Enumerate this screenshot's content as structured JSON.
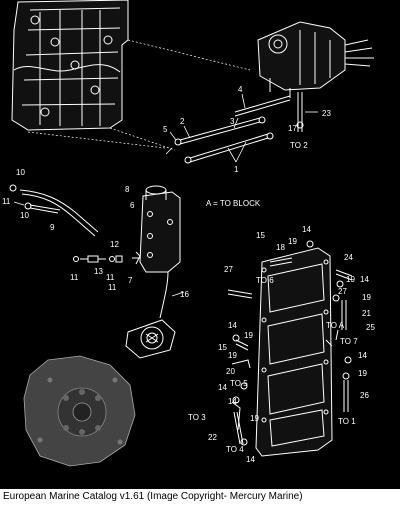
{
  "callouts": {
    "c1": "1",
    "c2": "2",
    "c3": "3",
    "c4": "4",
    "c5": "5",
    "c6": "6",
    "c7": "7",
    "c8": "8",
    "c9": "9",
    "c10": "10",
    "c11a": "11",
    "c11b": "11",
    "c11c": "11",
    "c11d": "11",
    "c12": "12",
    "c13": "13",
    "c14a": "14",
    "c14b": "14",
    "c14c": "14",
    "c14d": "14",
    "c14e": "14",
    "c14f": "14",
    "c14g": "14",
    "c15a": "15",
    "c15b": "15",
    "c16": "16",
    "c17": "17",
    "c18": "18",
    "c19a": "19",
    "c19b": "19",
    "c19c": "19",
    "c19d": "19",
    "c19e": "19",
    "c19f": "19",
    "c19g": "19",
    "c20": "20",
    "c21": "21",
    "c22": "22",
    "c23": "23",
    "c24": "24",
    "c25": "25",
    "c26": "26",
    "c27a": "27",
    "c27b": "27"
  },
  "notes": {
    "a_to_block": "A = TO BLOCK",
    "to1": "TO 1",
    "to2": "TO 2",
    "to3": "TO 3",
    "to4": "TO 4",
    "to5": "TO 5",
    "to6": "TO 6",
    "to7": "TO 7",
    "toa": "TO A"
  },
  "caption": "European Marine Catalog v1.61 (Image Copyright- Mercury Marine)",
  "colors": {
    "background": "#000000",
    "line": "#ffffff",
    "caption_bg": "#ffffff",
    "caption_text": "#000000"
  }
}
